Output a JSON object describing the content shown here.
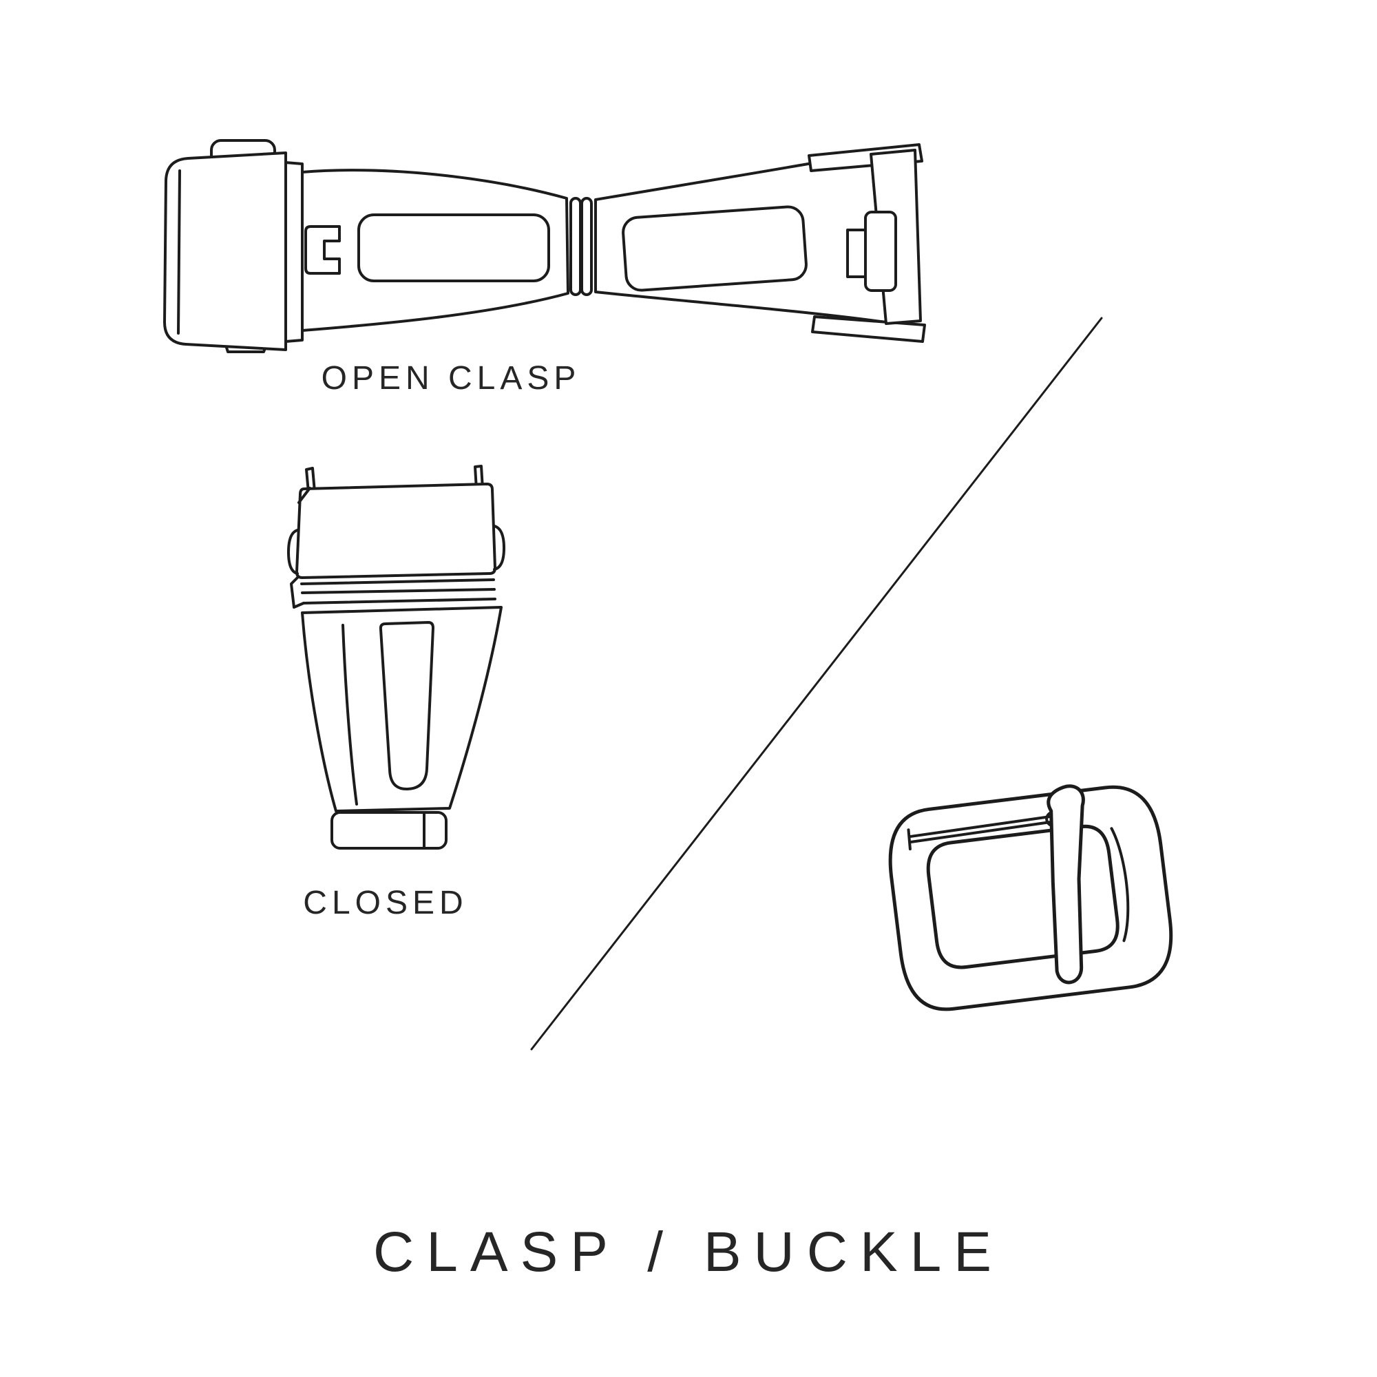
{
  "title": {
    "text": "CLASP / BUCKLE"
  },
  "colors": {
    "background": "#ffffff",
    "line": "#1c1c1c",
    "text": "#262626"
  },
  "figures": {
    "open_clasp": {
      "label": "OPEN CLASP",
      "icon": "open-clasp-illustration"
    },
    "closed_clasp": {
      "label": "CLOSED",
      "icon": "closed-clasp-illustration"
    },
    "buckle": {
      "icon": "tang-buckle-illustration"
    }
  },
  "divider": {
    "icon": "diagonal-divider-line"
  }
}
